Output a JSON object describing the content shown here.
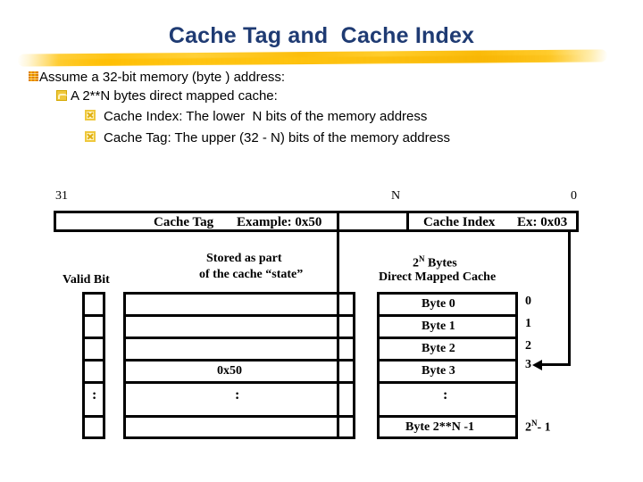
{
  "slide": {
    "title": "Cache Tag and  Cache Index",
    "title_color": "#1F3B73",
    "accent_color": "#F5C400"
  },
  "bullets": [
    {
      "level": 1,
      "marker": "z",
      "text": "Assume a 32-bit memory (byte ) address:"
    },
    {
      "level": 2,
      "marker": "y",
      "text": "A 2**N bytes direct mapped cache:"
    },
    {
      "level": 3,
      "marker": "x",
      "text": "Cache Index: The lower  N bits of the memory address"
    },
    {
      "level": 3,
      "marker": "x",
      "text": "Cache Tag: The upper (32 - N) bits of the memory address"
    }
  ],
  "address_bar": {
    "bit_left": "31",
    "bit_mid": "N",
    "bit_right": "0",
    "tag_label": "Cache Tag",
    "tag_example": "Example: 0x50",
    "index_label": "Cache Index",
    "index_example": "Ex: 0x03"
  },
  "left_table": {
    "valid_bit_label": "Valid Bit",
    "stored_note_line1": "Stored as part",
    "stored_note_line2": "of the cache “state”",
    "tag_value": "0x50",
    "ellipsis": ":",
    "rows": [
      "",
      "",
      "",
      "0x50",
      ":",
      ""
    ]
  },
  "cache_table": {
    "caption_line1_pre": "2",
    "caption_line1_sup": "N",
    "caption_line1_post": " Bytes",
    "caption_line2": "Direct Mapped Cache",
    "rows": [
      {
        "label": "Byte 0",
        "index": "0"
      },
      {
        "label": "Byte 1",
        "index": "1"
      },
      {
        "label": "Byte 2",
        "index": "2"
      },
      {
        "label": "Byte 3",
        "index": "3"
      },
      {
        "label": ":",
        "index": ""
      },
      {
        "label": "Byte 2**N -1",
        "index_pre": "2",
        "index_sup": "N",
        "index_post": "- 1"
      }
    ]
  }
}
